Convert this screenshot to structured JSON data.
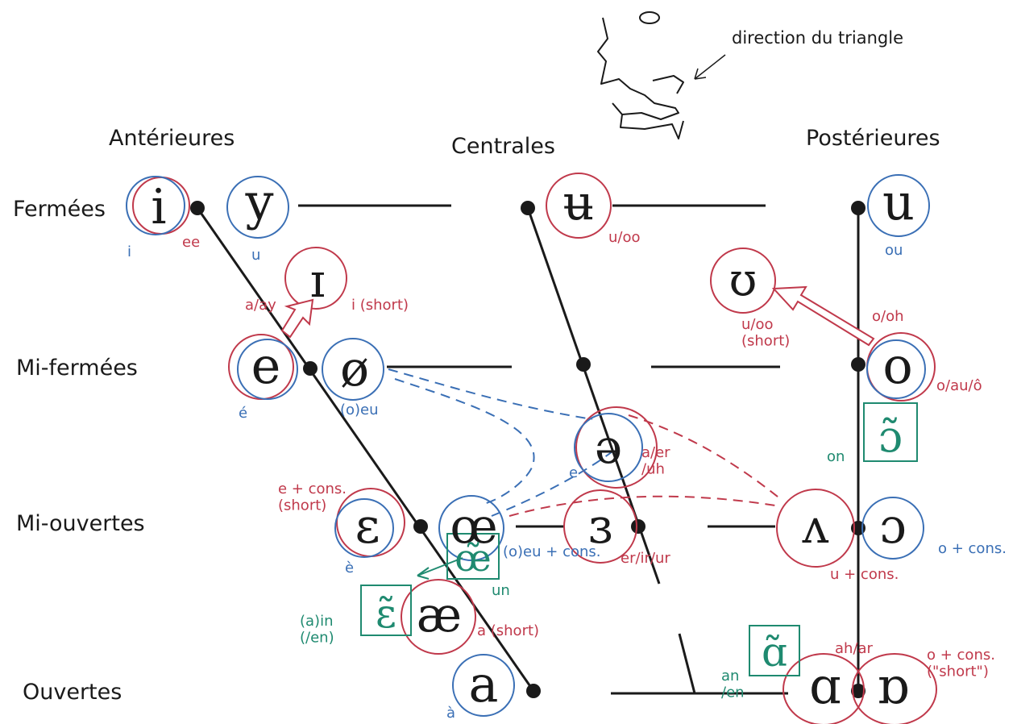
{
  "colors": {
    "ink": "#1a1a1a",
    "red": "#c0394b",
    "blue": "#3a6fb5",
    "green": "#1f8a70",
    "background": "#ffffff"
  },
  "side_note": "direction du triangle",
  "columns": {
    "front": "Antérieures",
    "central": "Centrales",
    "back": "Postérieures"
  },
  "rows": {
    "close": "Fermées",
    "close_mid": "Mi-fermées",
    "open_mid": "Mi-ouvertes",
    "open": "Ouvertes"
  },
  "vowels": {
    "i": "i",
    "y": "y",
    "barred_u": "ʉ",
    "u": "u",
    "small_cap_i": "ɪ",
    "upsilon": "ʊ",
    "e": "e",
    "o_slash": "ø",
    "o": "o",
    "schwa": "ə",
    "epsilon": "ɛ",
    "oe": "œ",
    "rev_epsilon": "ɜ",
    "wedge": "ʌ",
    "open_o": "ɔ",
    "ash": "æ",
    "a": "a",
    "script_a": "ɑ",
    "turned_script_a": "ɒ"
  },
  "nasals": {
    "on": "ɔ̃",
    "un": "œ̃",
    "in": "ɛ̃",
    "an": "ɑ̃"
  },
  "labels_fr": {
    "i": "i",
    "y": "u",
    "u": "ou",
    "e": "é",
    "o_slash": "(o)eu",
    "schwa": "e",
    "epsilon": "è",
    "oe": "(o)eu + cons.",
    "a": "à",
    "nasal_on": "on",
    "nasal_un": "un",
    "nasal_in": "(a)in\n(/en)",
    "nasal_an": "an\n/en",
    "open_o": "o + cons."
  },
  "labels_en": {
    "i": "ee",
    "barred_u": "u/oo",
    "small_cap_i": "i (short)",
    "e": "a/ay",
    "upsilon": "u/oo\n(short)",
    "o_arrow": "o/oh",
    "o": "o/au/ô",
    "schwa": "a/er\n/uh",
    "epsilon": "e + cons.\n(short)",
    "rev_epsilon": "er/ir/ur",
    "wedge": "u + cons.",
    "ash": "a (short)",
    "script_a": "ah/ar",
    "turned_script_a": "o + cons.\n(\"short\")"
  }
}
